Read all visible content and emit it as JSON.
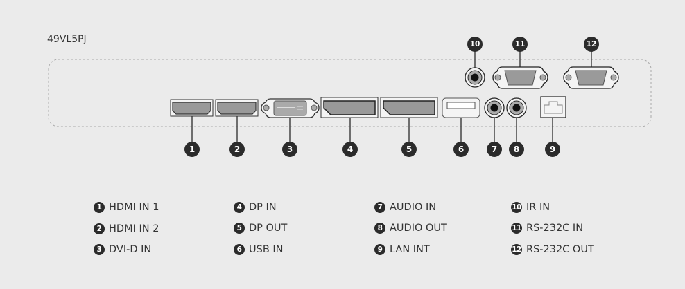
{
  "model": "49VL5PJ",
  "ports": [
    {
      "num": "1",
      "label": "HDMI IN 1"
    },
    {
      "num": "2",
      "label": "HDMI IN 2"
    },
    {
      "num": "3",
      "label": "DVI-D IN"
    },
    {
      "num": "4",
      "label": "DP IN"
    },
    {
      "num": "5",
      "label": "DP OUT"
    },
    {
      "num": "6",
      "label": "USB IN"
    },
    {
      "num": "7",
      "label": "AUDIO IN"
    },
    {
      "num": "8",
      "label": "AUDIO OUT"
    },
    {
      "num": "9",
      "label": "LAN INT"
    },
    {
      "num": "10",
      "label": "IR IN"
    },
    {
      "num": "11",
      "label": "RS-232C IN"
    },
    {
      "num": "12",
      "label": "RS-232C OUT"
    }
  ],
  "colors": {
    "background": "#ebebeb",
    "badge": "#2b2b2b",
    "port_fill": "#9a9a9a"
  }
}
